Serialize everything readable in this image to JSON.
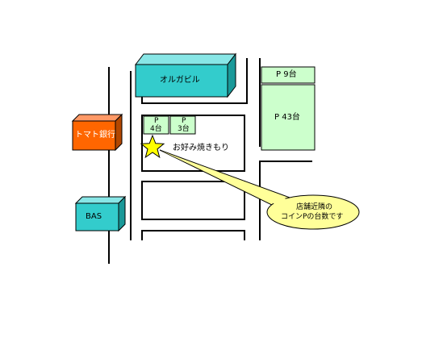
{
  "buildings": {
    "olga": "オルガビル",
    "tomato_bank": "トマト銀行",
    "bas": "BAS"
  },
  "parking": {
    "lot_p4": {
      "p": "P",
      "count": "4台"
    },
    "lot_p3": {
      "p": "P",
      "count": "3台"
    },
    "lot_p9": "P 9台",
    "lot_p43": "P 43台"
  },
  "shop_name": "お好み焼きもり",
  "callout": {
    "line1": "店舗近隣の",
    "line2": "コインPの台数です"
  },
  "colors": {
    "building_teal": "#33cccc",
    "bank_orange": "#ff6600",
    "parking_green": "#ccffcc",
    "callout_yellow": "#ffff99",
    "star_yellow": "#ffff00"
  },
  "icons": {
    "shop_marker": "star-icon"
  }
}
